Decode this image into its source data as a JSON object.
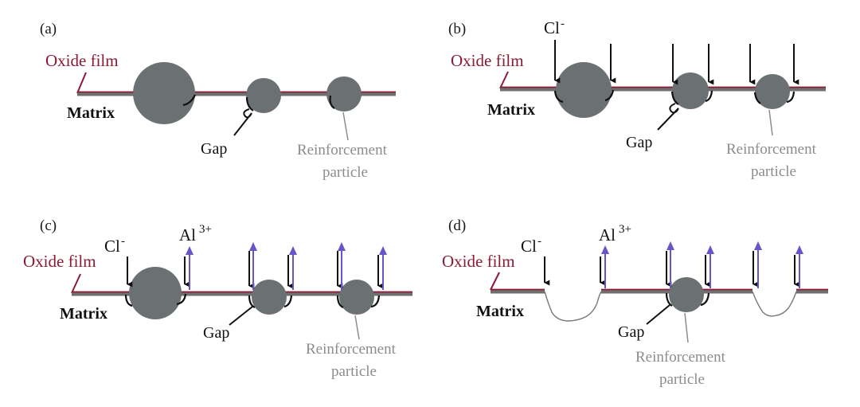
{
  "panels": {
    "a": {
      "label": "(a)"
    },
    "b": {
      "label": "(b)"
    },
    "c": {
      "label": "(c)"
    },
    "d": {
      "label": "(d)"
    }
  },
  "labels": {
    "oxide_film": "Oxide film",
    "matrix": "Matrix",
    "gap": "Gap",
    "reinforcement_line1": "Reinforcement",
    "reinforcement_line2": "particle"
  },
  "ions": {
    "chloride_base": "Cl",
    "chloride_charge": "-",
    "aluminum_base": "Al",
    "aluminum_charge": "3+"
  },
  "colors": {
    "oxide_film": "#8a1a35",
    "matrix_line": "#6f6f6f",
    "particle": "#6b7173",
    "arrow_in": "#111111",
    "arrow_out": "#6a55c8",
    "reinforcement_text": "#8c8c8c"
  }
}
